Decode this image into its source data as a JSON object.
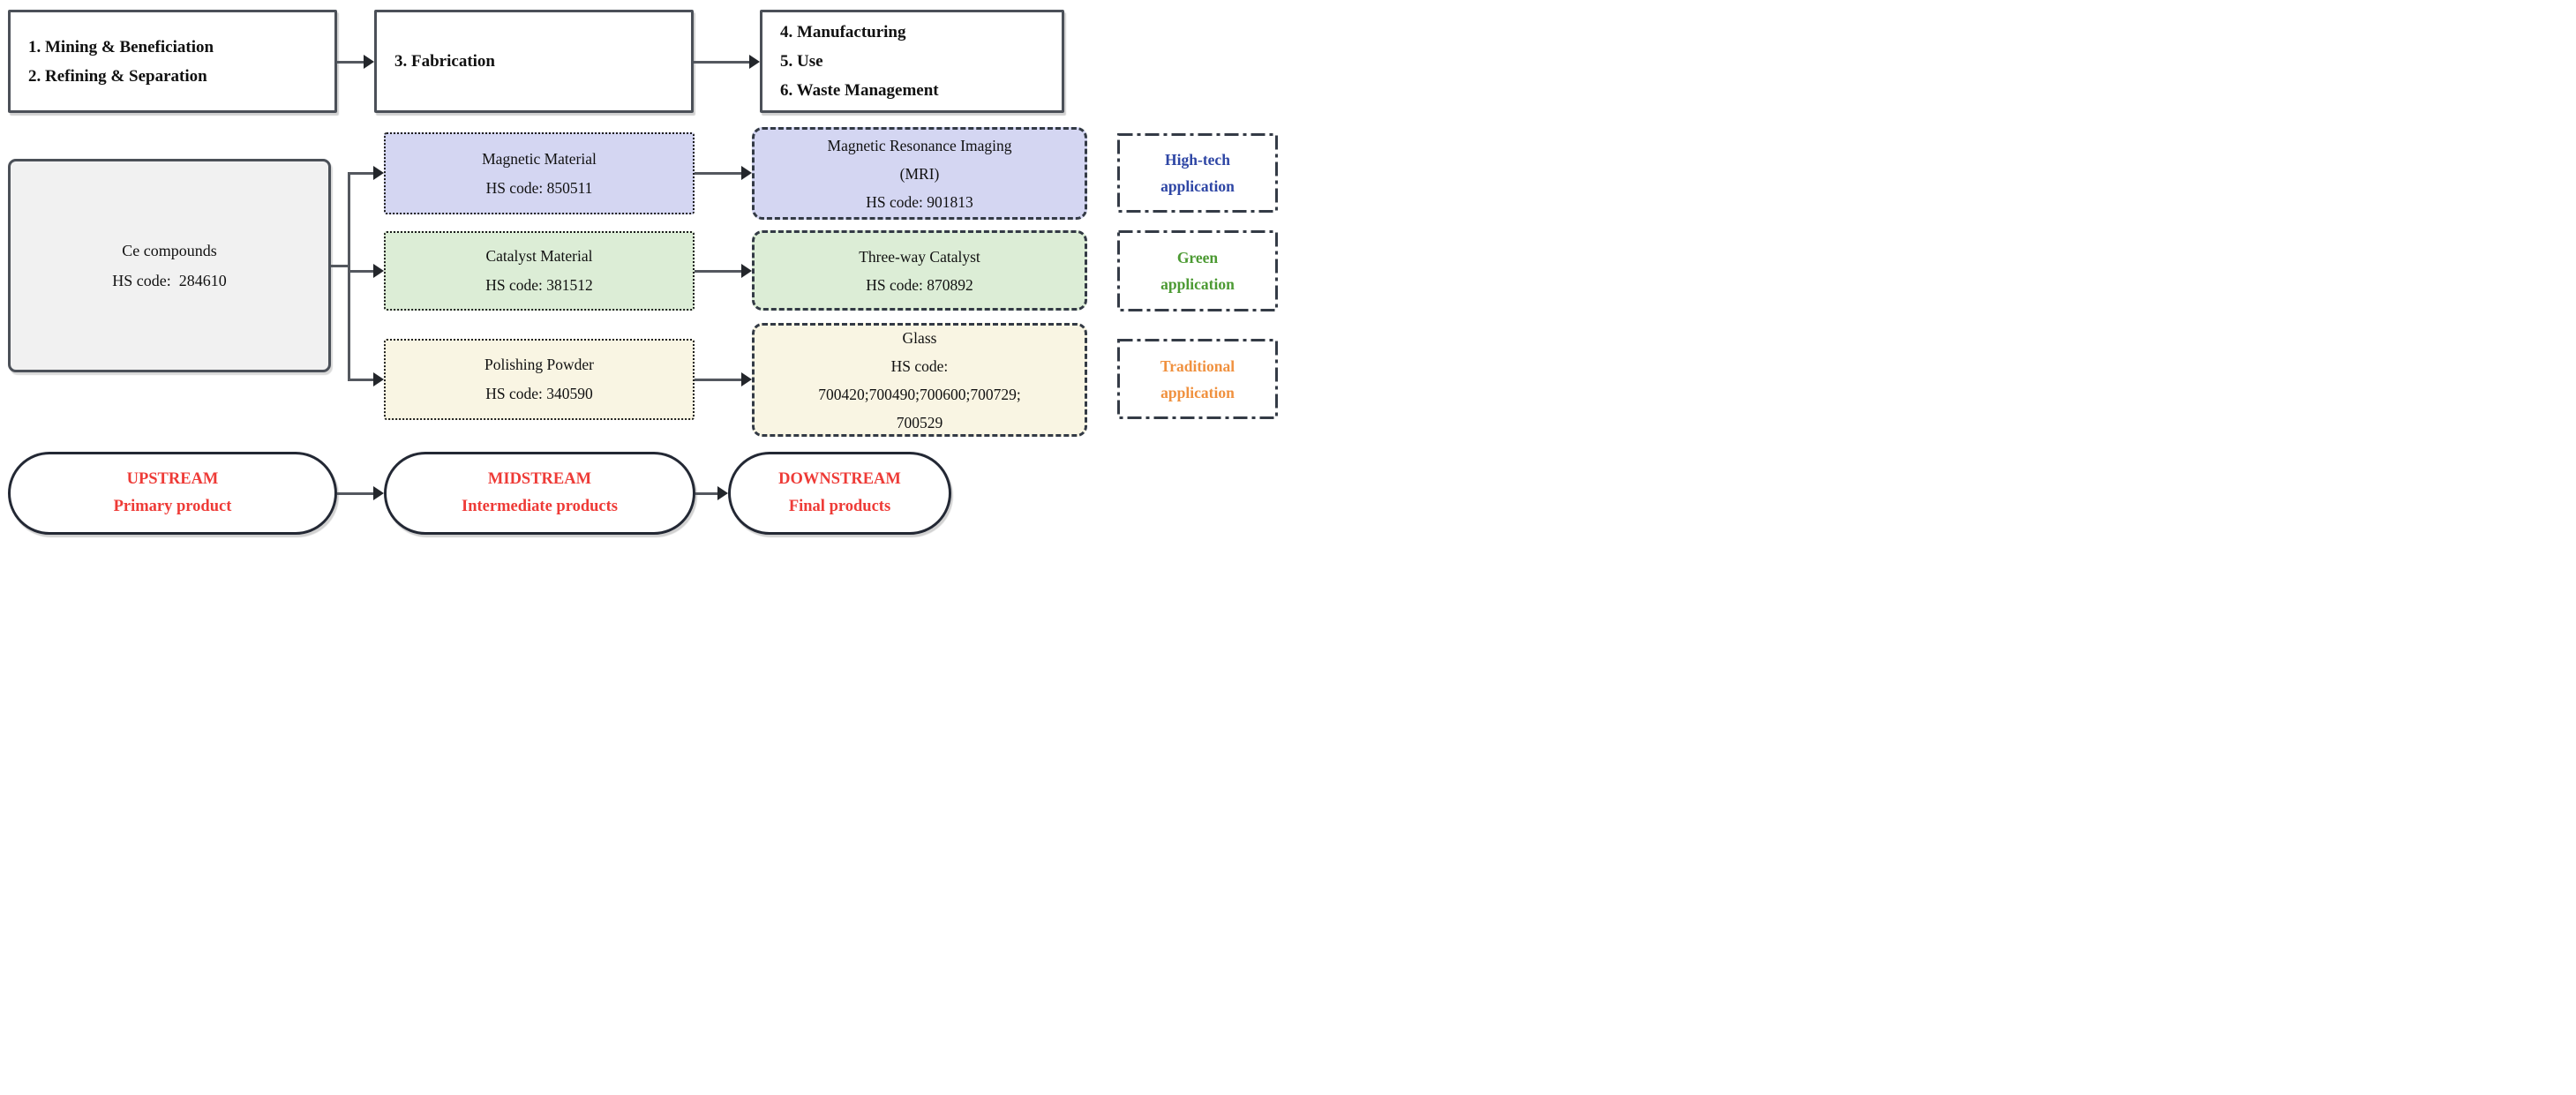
{
  "palette": {
    "lavender": "#d4d6f2",
    "green": "#dcedd6",
    "cream": "#f9f5e3",
    "source_gray": "#f1f1f1",
    "line_gray": "#54585f",
    "border_dark": "#4b5058",
    "stream_red": "#ee3b37",
    "hightech_blue": "#2e46a5",
    "green_app": "#4c9a33",
    "traditional_orange": "#f0913f"
  },
  "top_stages": [
    {
      "label": "1. Mining & Beneficiation\n2. Refining & Separation"
    },
    {
      "label": "3. Fabrication"
    },
    {
      "label": "4. Manufacturing\n5. Use\n6. Waste Management"
    }
  ],
  "source_box": {
    "label": "Ce compounds\nHS code:  284610"
  },
  "intermediate_products": [
    {
      "label": "Magnetic Material\nHS code: 850511"
    },
    {
      "label": "Catalyst Material\nHS code: 381512"
    },
    {
      "label": "Polishing Powder\nHS code: 340590"
    }
  ],
  "final_products": [
    {
      "label": "Magnetic Resonance Imaging\n(MRI)\nHS code: 901813"
    },
    {
      "label": "Three-way Catalyst\nHS code: 870892"
    },
    {
      "label": "Glass\nHS code:\n700420;700490;700600;700729;\n700529"
    }
  ],
  "applications": [
    {
      "label": "High-tech\napplication",
      "color": "#2e46a5"
    },
    {
      "label": "Green\napplication",
      "color": "#4c9a33"
    },
    {
      "label": "Traditional\napplication",
      "color": "#f0913f"
    }
  ],
  "streams": [
    {
      "label": "UPSTREAM\nPrimary product"
    },
    {
      "label": "MIDSTREAM\nIntermediate products"
    },
    {
      "label": "DOWNSTREAM\nFinal products"
    }
  ]
}
